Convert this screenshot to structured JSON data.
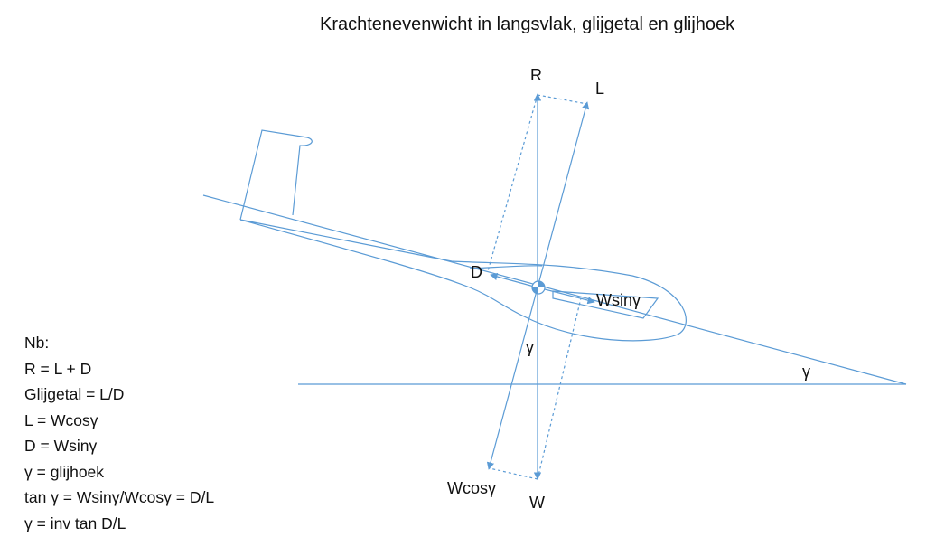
{
  "title": "Krachtenevenwicht in langsvlak, glijgetal en glijhoek",
  "colors": {
    "line": "#5b9bd5",
    "text": "#111111",
    "background": "#ffffff"
  },
  "labels": {
    "R": "R",
    "L": "L",
    "D": "D",
    "W": "W",
    "Wsin": "Wsinγ",
    "Wcos": "Wcosγ",
    "gamma_center": "γ",
    "gamma_horizon": "γ"
  },
  "notes": {
    "heading": "Nb:",
    "lines": [
      "R = L + D",
      "Glijgetal = L/D",
      "L = Wcosγ",
      "D = Wsinγ",
      "γ = glijhoek",
      "tan γ = Wsinγ/Wcosγ = D/L",
      "γ = inv tan D/L"
    ]
  }
}
